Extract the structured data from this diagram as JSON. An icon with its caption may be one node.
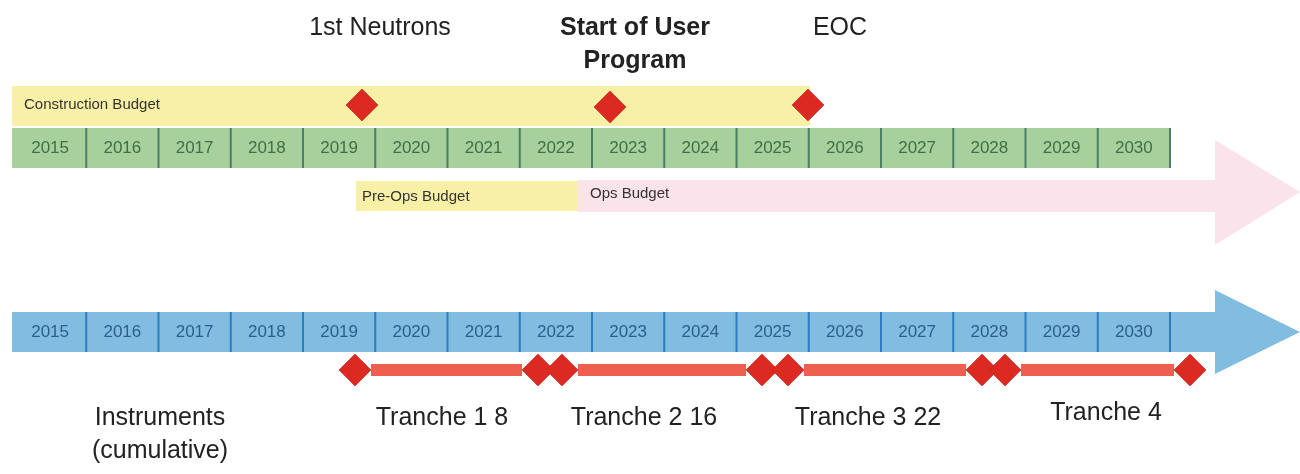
{
  "diagram": {
    "nodes": [
      {
        "text": [
          "Construction Budget"
        ]
      },
      {
        "text": [
          "Pre-Ops Budget"
        ]
      },
      {
        "text": [
          "Ops Budget"
        ]
      },
      {
        "text": [],
        "shape": "diamond",
        "beside": [
          "1st Neutrons"
        ],
        "in": 0
      },
      {
        "text": [],
        "shape": "diamond",
        "beside": [
          "Start of User Program"
        ],
        "in": 0
      },
      {
        "text": [],
        "shape": "diamond",
        "beside": [
          "EOC"
        ]
      },
      {
        "text": [],
        "shape": "diamond"
      },
      {
        "text": [],
        "shape": "diamond"
      },
      {
        "text": [],
        "shape": "diamond"
      },
      {
        "text": [],
        "shape": "diamond"
      },
      {
        "text": [],
        "shape": "diamond"
      },
      {
        "text": [],
        "shape": "diamond"
      },
      {
        "text": [],
        "shape": "diamond"
      },
      {
        "text": [],
        "shape": "diamond"
      }
    ],
    "edges": [
      {
        "from": 6,
        "to": 7,
        "arrow": "none"
      },
      {
        "from": 8,
        "to": 9,
        "arrow": "none"
      },
      {
        "from": 10,
        "to": 11,
        "arrow": "none"
      },
      {
        "from": 12,
        "to": 13,
        "arrow": "none"
      }
    ],
    "labels": [
      "2015",
      "2016",
      "2017",
      "2018",
      "2019",
      "2020",
      "2021",
      "2022",
      "2023",
      "2024",
      "2025",
      "2026",
      "2027",
      "2028",
      "2029",
      "2030",
      "2015",
      "2016",
      "2017",
      "2018",
      "2019",
      "2020",
      "2021",
      "2022",
      "2023",
      "2024",
      "2025",
      "2026",
      "2027",
      "2028",
      "2029",
      "2030",
      "Instruments (cumulative)",
      "Tranche 1 8",
      "Tranche 2 16",
      "Tranche 3 22",
      "Tranche 4"
    ]
  }
}
